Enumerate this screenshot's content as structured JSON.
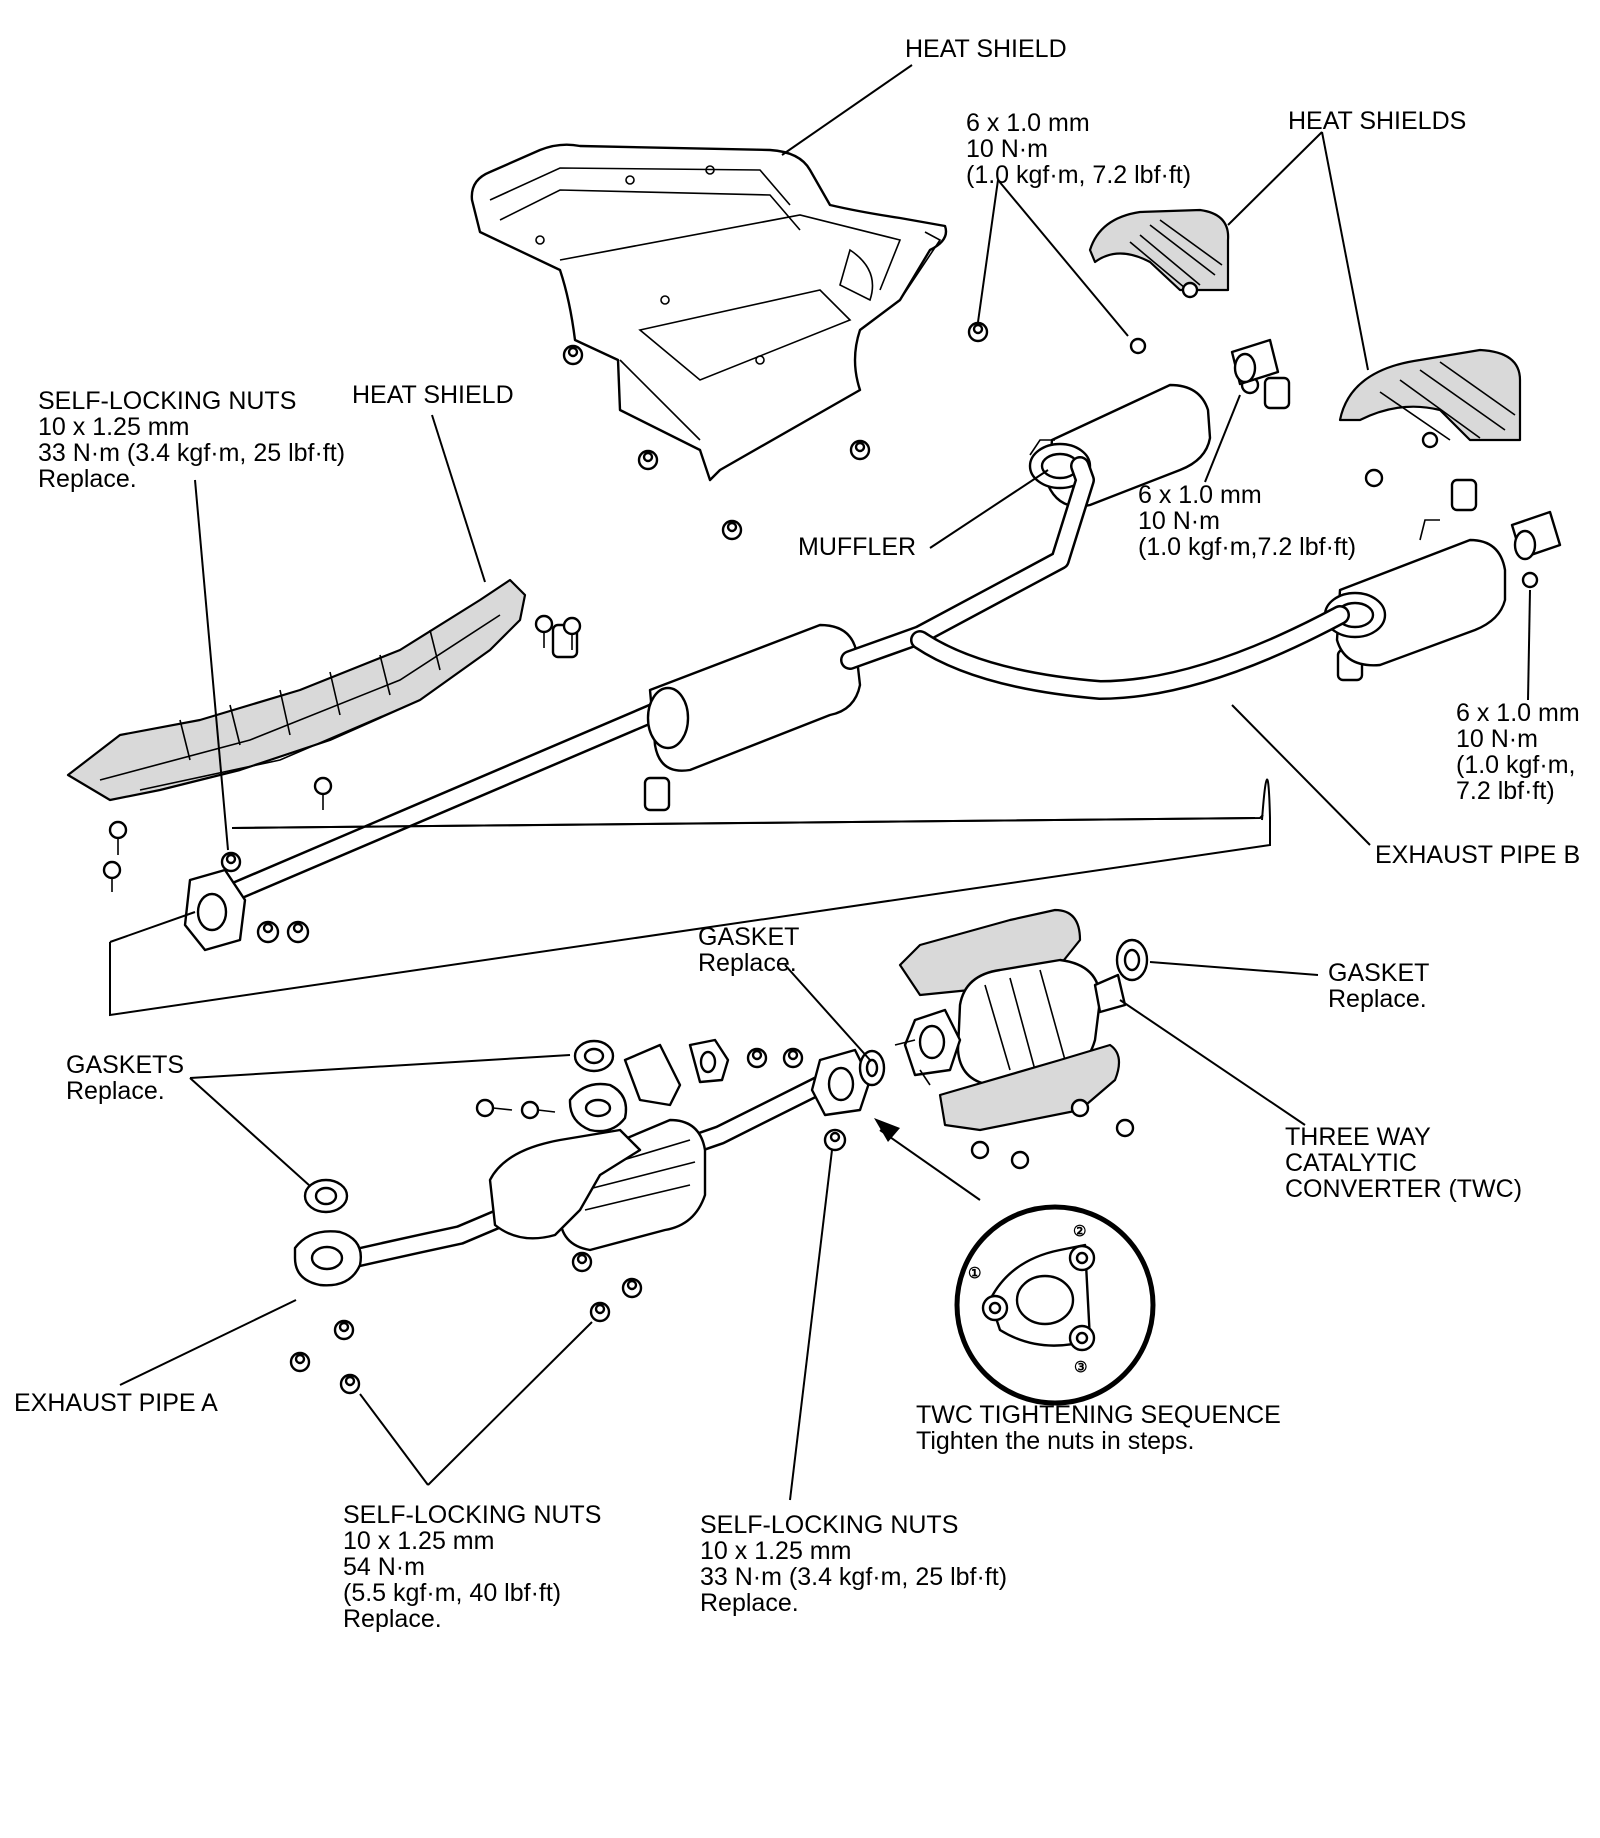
{
  "labels": {
    "heat_shield_top": [
      "HEAT SHIELD"
    ],
    "nut_6mm_top": [
      "6 x 1.0 mm",
      "10 N·m",
      "(1.0 kgf·m, 7.2 lbf·ft)"
    ],
    "heat_shields": [
      "HEAT SHIELDS"
    ],
    "self_locking_nuts_left": [
      "SELF-LOCKING NUTS",
      "10 x 1.25 mm",
      "33 N·m (3.4 kgf·m, 25 lbf·ft)",
      "Replace."
    ],
    "heat_shield_left": [
      "HEAT SHIELD"
    ],
    "nut_6mm_mid": [
      "6 x 1.0 mm",
      "10 N·m",
      "(1.0 kgf·m,7.2 lbf·ft)"
    ],
    "muffler": [
      "MUFFLER"
    ],
    "nut_6mm_right": [
      "6 x 1.0 mm",
      "10 N·m",
      "(1.0 kgf·m,",
      " 7.2 lbf·ft)"
    ],
    "exhaust_pipe_b": [
      "EXHAUST PIPE B"
    ],
    "gasket_center": [
      "GASKET",
      "Replace."
    ],
    "gasket_right": [
      "GASKET",
      "Replace."
    ],
    "gaskets_left": [
      "GASKETS",
      "Replace."
    ],
    "twc": [
      "THREE WAY",
      "CATALYTIC",
      "CONVERTER (TWC)"
    ],
    "twc_sequence": [
      "TWC TIGHTENING SEQUENCE",
      "Tighten the nuts in steps."
    ],
    "exhaust_pipe_a": [
      "EXHAUST PIPE A"
    ],
    "self_locking_nuts_54": [
      "SELF-LOCKING NUTS",
      "10 x 1.25 mm",
      "54 N·m",
      "(5.5 kgf·m, 40 lbf·ft)",
      "Replace."
    ],
    "self_locking_nuts_33": [
      "SELF-LOCKING NUTS",
      "10 x 1.25 mm",
      "33 N·m (3.4 kgf·m, 25 lbf·ft)",
      "Replace."
    ]
  },
  "tightening_sequence": [
    "①",
    "②",
    "③"
  ]
}
